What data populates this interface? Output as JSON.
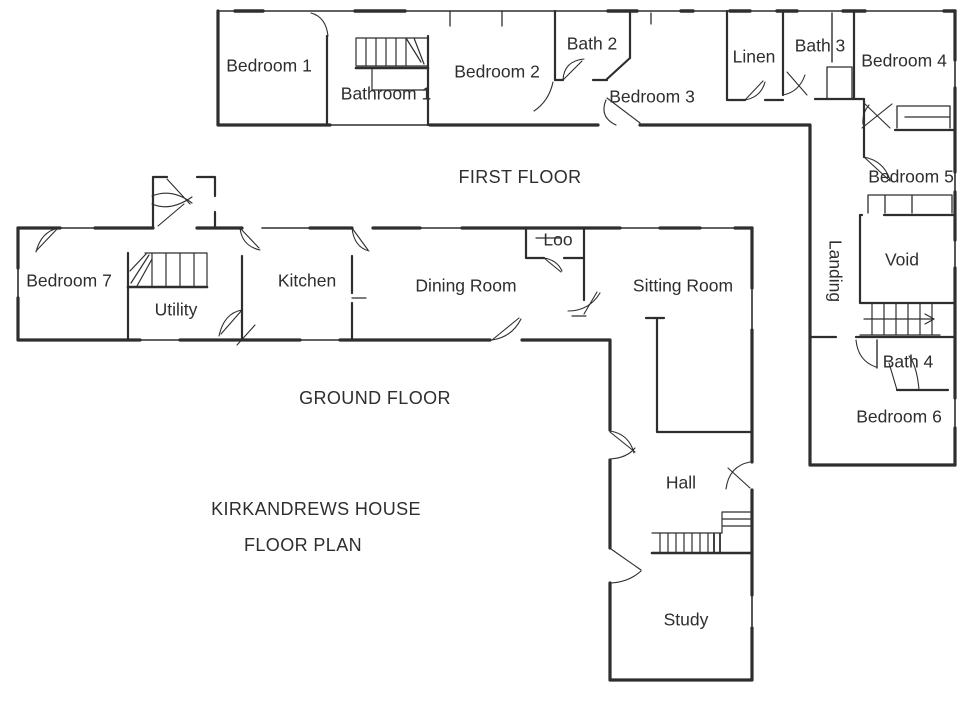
{
  "title": {
    "house_name": "KIRKANDREWS HOUSE",
    "plan_name": "FLOOR PLAN"
  },
  "floor_labels": {
    "first": "FIRST FLOOR",
    "ground": "GROUND FLOOR"
  },
  "rooms": {
    "bedroom1": "Bedroom 1",
    "bathroom1": "Bathroom 1",
    "bedroom2": "Bedroom 2",
    "bath2": "Bath 2",
    "bedroom3": "Bedroom 3",
    "linen": "Linen",
    "bath3": "Bath 3",
    "bedroom4": "Bedroom 4",
    "bedroom5": "Bedroom 5",
    "landing": "Landing",
    "void": "Void",
    "bath4": "Bath 4",
    "bedroom6": "Bedroom 6",
    "bedroom7": "Bedroom 7",
    "utility": "Utility",
    "kitchen": "Kitchen",
    "dining_room": "Dining Room",
    "loo": "Loo",
    "sitting_room": "Sitting Room",
    "hall": "Hall",
    "study": "Study"
  },
  "colors": {
    "ink": "#2e2e2e",
    "paper": "#ffffff"
  }
}
